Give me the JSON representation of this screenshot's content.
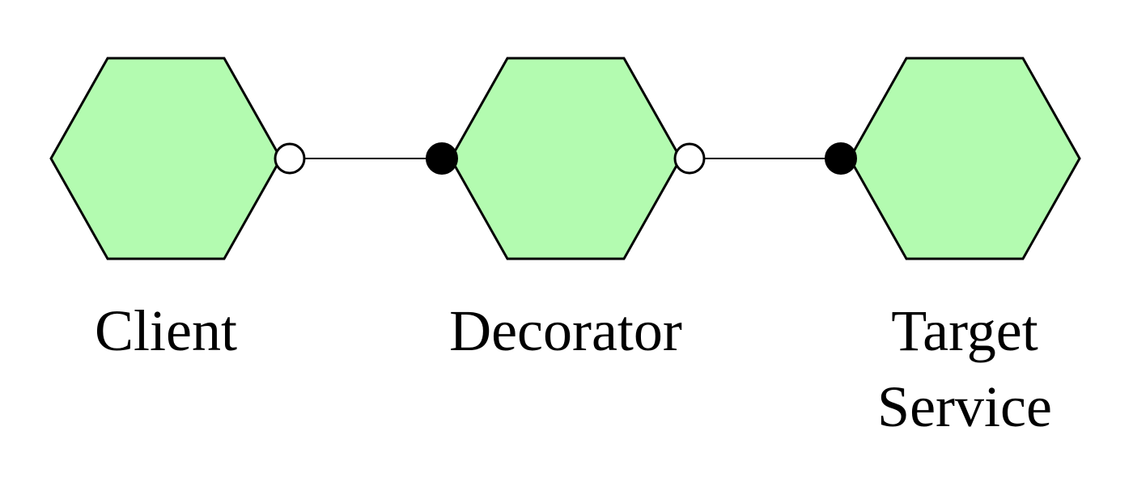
{
  "diagram": {
    "style": {
      "node_fill": "#b3fbb0",
      "node_stroke": "#000000",
      "provided_port_fill": "#ffffff",
      "required_port_fill": "#000000",
      "connector_stroke": "#000000",
      "background": "#ffffff"
    },
    "nodes": [
      {
        "id": "client",
        "shape": "hexagon",
        "label_lines": [
          "Client"
        ]
      },
      {
        "id": "decorator",
        "shape": "hexagon",
        "label_lines": [
          "Decorator"
        ]
      },
      {
        "id": "target-service",
        "shape": "hexagon",
        "label_lines": [
          "Target",
          "Service"
        ]
      }
    ],
    "connections": [
      {
        "from": "client",
        "to": "decorator",
        "from_port": "open-circle",
        "to_port": "filled-circle"
      },
      {
        "from": "decorator",
        "to": "target-service",
        "from_port": "open-circle",
        "to_port": "filled-circle"
      }
    ]
  }
}
